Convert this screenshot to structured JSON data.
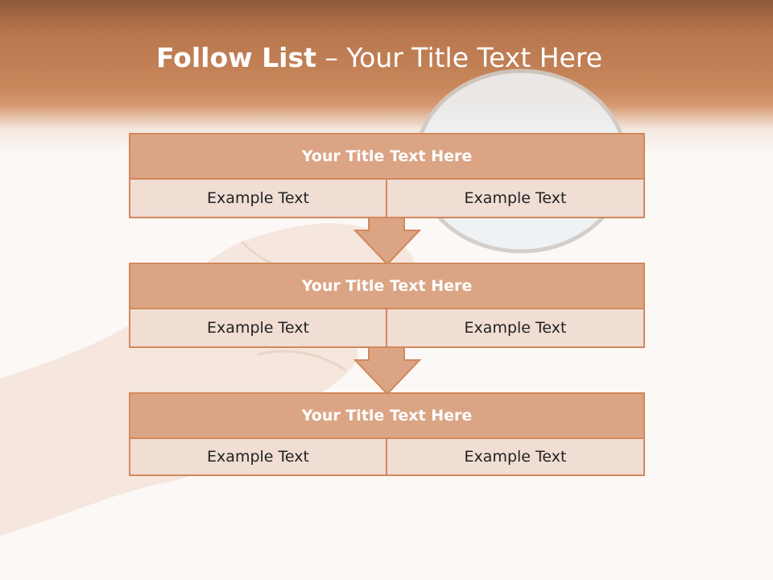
{
  "slide": {
    "title_bold": "Follow List",
    "title_rest": "– Your Title Text Here"
  },
  "steps": [
    {
      "title": "Your Title Text Here",
      "left": "Example Text",
      "right": "Example Text"
    },
    {
      "title": "Your Title Text Here",
      "left": "Example Text",
      "right": "Example Text"
    },
    {
      "title": "Your Title Text Here",
      "left": "Example Text",
      "right": "Example Text"
    }
  ],
  "colors": {
    "header": "#c9875c",
    "block_title": "#dba585",
    "block_cell": "#f0ddd4",
    "border": "#d2885c",
    "arrow": "#dba585"
  }
}
